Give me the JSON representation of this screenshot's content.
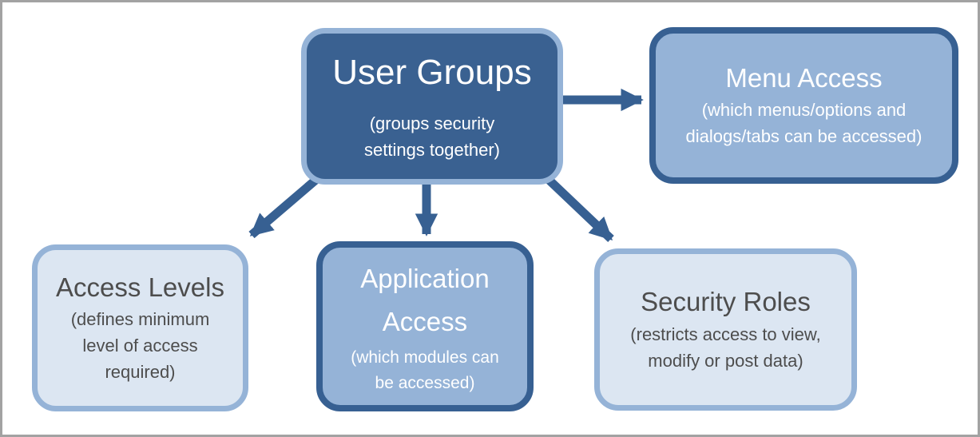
{
  "frame": {
    "border_color": "#A2A2A2",
    "background": "#FFFFFF"
  },
  "palette": {
    "dark_blue_fill": "#3A6191",
    "medium_blue_fill": "#95B3D7",
    "light_blue_fill": "#DCE6F2",
    "dark_border": "#376092",
    "light_border": "#95B3D7",
    "arrow_color": "#376092",
    "white_text": "#FFFFFF",
    "gray_text": "#4D4D4D"
  },
  "nodes": [
    {
      "id": "user-groups",
      "style": "dark",
      "title": "User Groups",
      "subtitle_lines": [
        "(groups security",
        "settings together)"
      ]
    },
    {
      "id": "menu-access",
      "style": "medium",
      "title": "Menu Access",
      "subtitle_lines": [
        "(which menus/options and",
        "dialogs/tabs can be accessed)"
      ]
    },
    {
      "id": "access-levels",
      "style": "light",
      "title": "Access Levels",
      "subtitle_lines": [
        "(defines minimum",
        "level of access",
        "required)"
      ]
    },
    {
      "id": "application-access",
      "style": "medium",
      "title_lines": [
        "Application",
        "Access"
      ],
      "subtitle_lines": [
        "(which modules can",
        "be accessed)"
      ]
    },
    {
      "id": "security-roles",
      "style": "light",
      "title": "Security Roles",
      "subtitle_lines": [
        "(restricts access to view,",
        "modify or post data)"
      ]
    }
  ],
  "edges": [
    {
      "from": "User Groups",
      "to": "Menu Access"
    },
    {
      "from": "User Groups",
      "to": "Access Levels"
    },
    {
      "from": "User Groups",
      "to": "Application Access"
    },
    {
      "from": "User Groups",
      "to": "Security Roles"
    }
  ]
}
